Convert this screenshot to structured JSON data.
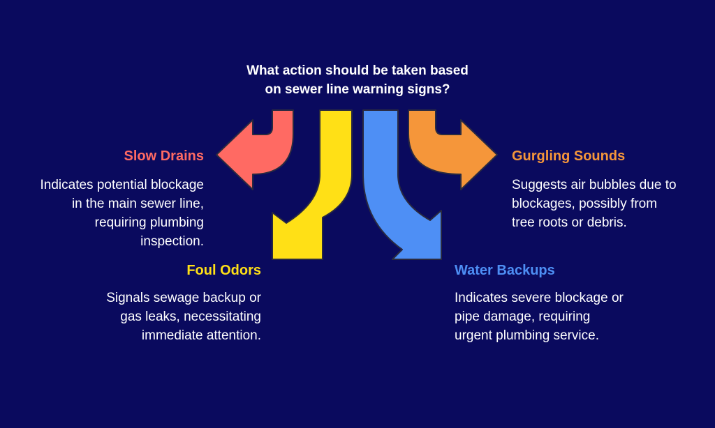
{
  "title": {
    "line1": "What action should be taken based",
    "line2": "on sewer line warning signs?"
  },
  "colors": {
    "background": "#0a0a5e",
    "slow_drains": "#ff6a63",
    "foul_odors": "#ffe016",
    "water_backups": "#4e8ff5",
    "gurgling_sounds": "#f5963a",
    "text": "#ffffff",
    "outline": "#2a2a40"
  },
  "signs": {
    "slow_drains": {
      "heading": "Slow Drains",
      "lines": [
        "Indicates potential blockage",
        "in the main sewer line,",
        "requiring plumbing",
        "inspection."
      ]
    },
    "foul_odors": {
      "heading": "Foul Odors",
      "lines": [
        "Signals sewage backup or",
        "gas leaks, necessitating",
        "immediate attention."
      ]
    },
    "water_backups": {
      "heading": "Water Backups",
      "lines": [
        "Indicates severe blockage or",
        "pipe damage, requiring",
        "urgent plumbing service."
      ]
    },
    "gurgling_sounds": {
      "heading": "Gurgling Sounds",
      "lines": [
        "Suggests air bubbles due to",
        "blockages, possibly from",
        "tree roots or debris."
      ]
    }
  }
}
